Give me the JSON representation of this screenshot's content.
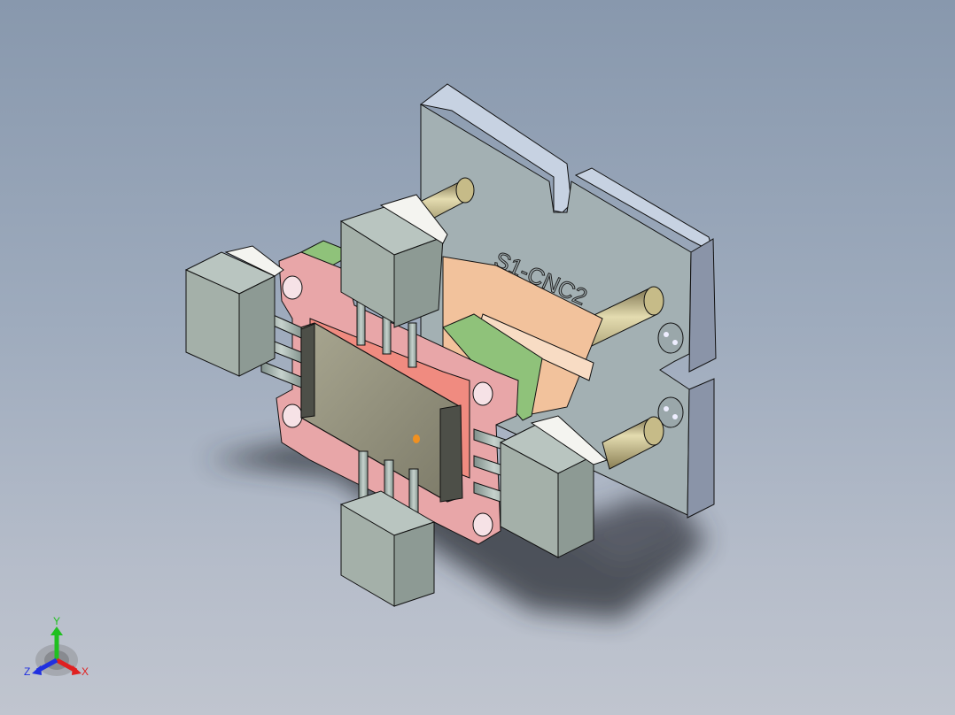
{
  "viewport": {
    "background_top": "#8898ad",
    "background_bottom": "#c0c5cf"
  },
  "model": {
    "engraved_label": "S1-CNC2",
    "parts": [
      {
        "name": "back-plate",
        "color": "#a3b0b3"
      },
      {
        "name": "guide-pins",
        "color": "#b8ac78"
      },
      {
        "name": "pink-frame-plates",
        "color": "#e8a6a8"
      },
      {
        "name": "green-plate",
        "color": "#8fc27a"
      },
      {
        "name": "orange-block",
        "color": "#f2c29c"
      },
      {
        "name": "phone-workpiece",
        "color": "#8e8b78"
      },
      {
        "name": "pneumatic-cylinders",
        "color": "#a4b0a9"
      },
      {
        "name": "piston-rods",
        "color": "#a3b3ad"
      }
    ]
  },
  "triad": {
    "x_label": "X",
    "y_label": "Y",
    "z_label": "Z",
    "x_color": "#e02020",
    "y_color": "#20c020",
    "z_color": "#2030e0"
  }
}
